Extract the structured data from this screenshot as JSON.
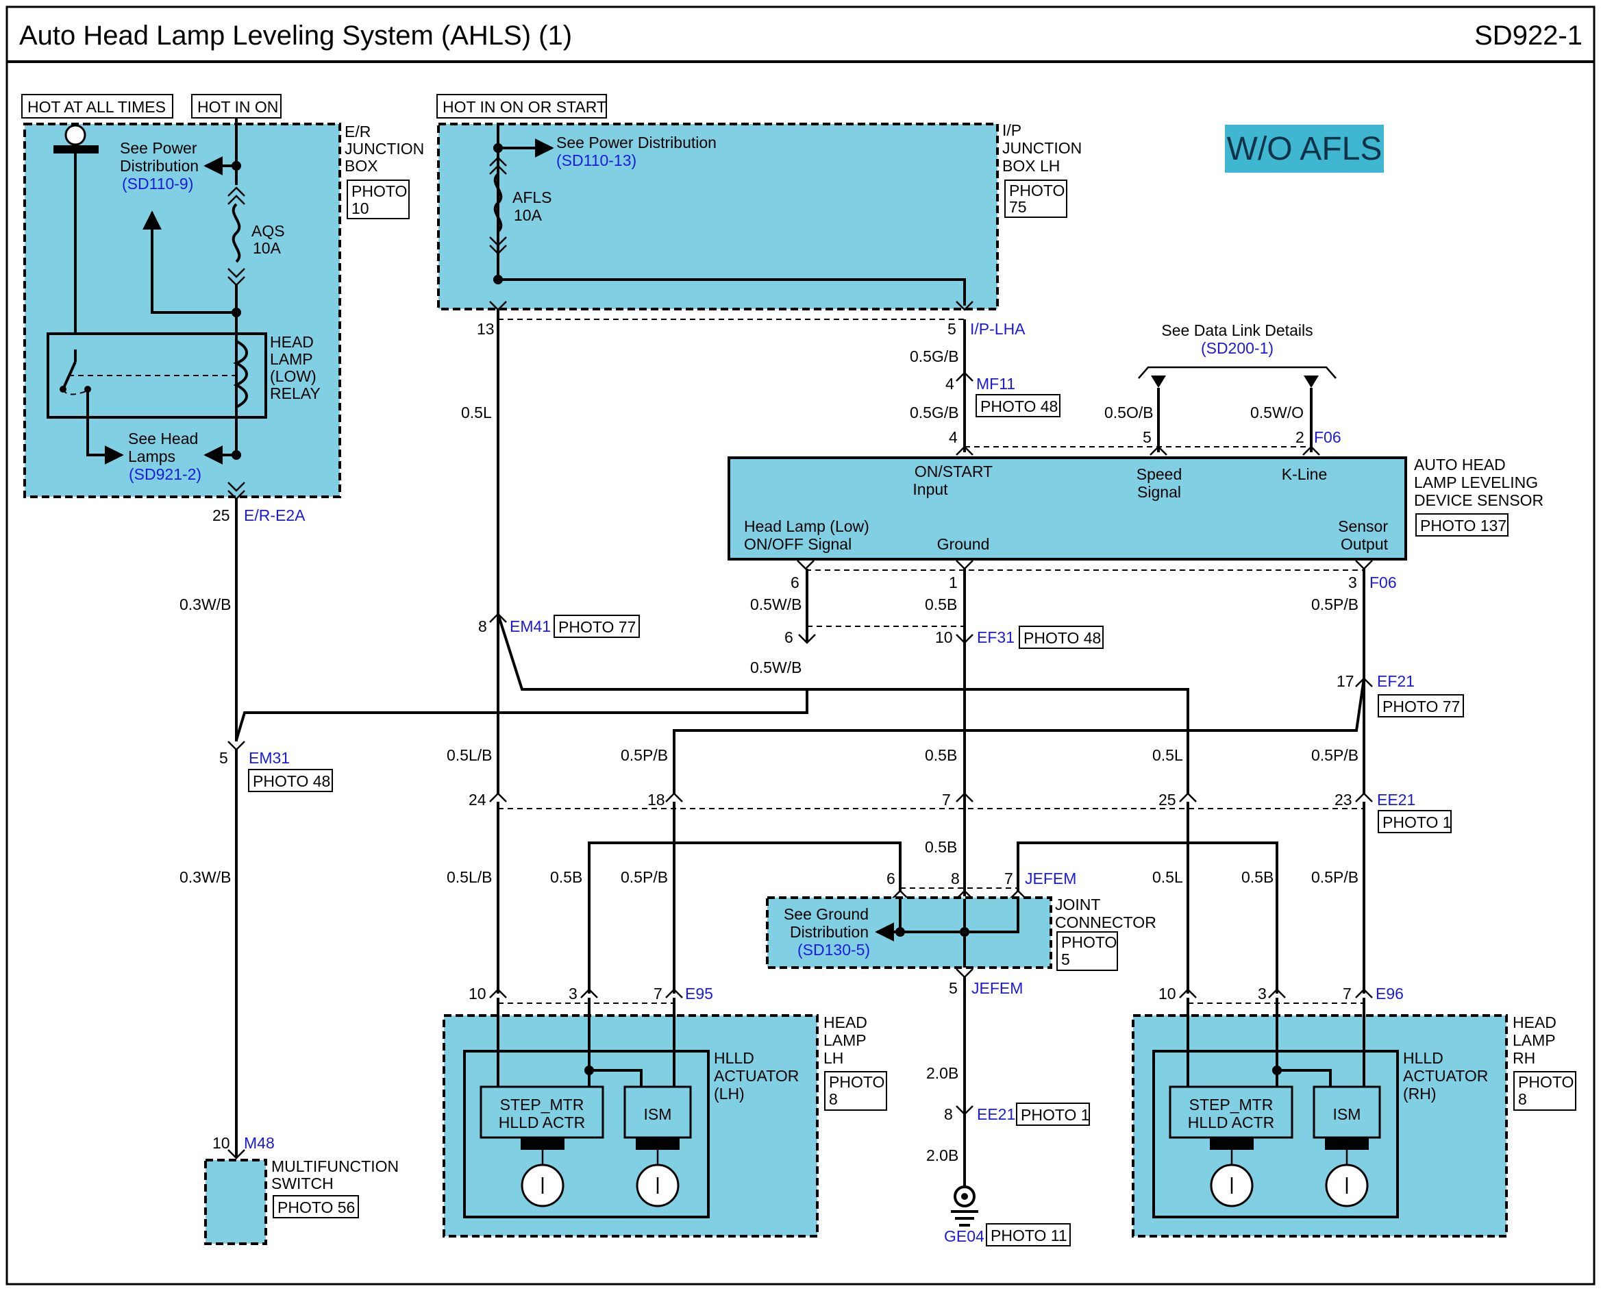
{
  "header": {
    "title": "Auto Head Lamp Leveling System (AHLS) (1)",
    "code": "SD922-1"
  },
  "variant_tag": "W/O AFLS",
  "power_labels": {
    "hot_at_all_times": "HOT AT ALL TIMES",
    "hot_in_on": "HOT IN ON",
    "hot_in_on_or_start": "HOT IN ON OR START"
  },
  "er_junction_box": {
    "name_lines": [
      "E/R",
      "JUNCTION",
      "BOX"
    ],
    "photo_lines": [
      "PHOTO",
      "10"
    ],
    "see_power_lines": [
      "See Power",
      "Distribution"
    ],
    "see_power_ref": "(SD110-9)",
    "fuse_name": "AQS",
    "fuse_rating": "10A",
    "relay_lines": [
      "HEAD",
      "LAMP",
      "(LOW)",
      "RELAY"
    ],
    "see_head_lines": [
      "See Head",
      "Lamps"
    ],
    "see_head_ref": "(SD921-2)",
    "out_pin": "25",
    "out_connector": "E/R-E2A"
  },
  "ip_junction_box": {
    "name_lines": [
      "I/P",
      "JUNCTION",
      "BOX LH"
    ],
    "photo_lines": [
      "PHOTO",
      "75"
    ],
    "see_power": "See Power Distribution",
    "see_power_ref": "(SD110-13)",
    "fuse_name": "AFLS",
    "fuse_rating": "10A",
    "pin_left": "13",
    "pin_right": "5",
    "connector": "I/P-LHA"
  },
  "wires": {
    "w_05gb_a": "0.5G/B",
    "w_05gb_b": "0.5G/B",
    "w_05l_top": "0.5L",
    "w_05ob": "0.5O/B",
    "w_05wo": "0.5W/O",
    "w_03wb_a": "0.3W/B",
    "w_03wb_b": "0.3W/B",
    "w_05wb_a": "0.5W/B",
    "w_05wb_b": "0.5W/B",
    "w_05b_a": "0.5B",
    "w_05b_b": "0.5B",
    "w_05b_c": "0.5B",
    "w_05pb_a": "0.5P/B",
    "w_05pb_b": "0.5P/B",
    "w_05lb_a": "0.5L/B",
    "w_05l_a": "0.5L",
    "w_05lb_b": "0.5L/B",
    "w_05b_lh": "0.5B",
    "w_05pb_lh": "0.5P/B",
    "w_05l_rh": "0.5L",
    "w_05b_rh": "0.5B",
    "w_05pb_rh": "0.5P/B",
    "w_05pb_mid": "0.5P/B",
    "w_20b_a": "2.0B",
    "w_20b_b": "2.0B"
  },
  "connectors": {
    "mf11": {
      "name": "MF11",
      "pin": "4",
      "photo": "PHOTO 48"
    },
    "em41": {
      "name": "EM41",
      "pin": "8",
      "photo": "PHOTO 77"
    },
    "ef31": {
      "name": "EF31",
      "pin_a": "6",
      "pin_b": "10",
      "photo": "PHOTO 48"
    },
    "ef21_17": {
      "name": "EF21",
      "pin": "17",
      "photo": "PHOTO 77"
    },
    "em31": {
      "name": "EM31",
      "pin": "5",
      "photo": "PHOTO 48"
    },
    "ee21": {
      "name": "EE21",
      "pins": [
        "24",
        "18",
        "7",
        "25",
        "23"
      ],
      "photo": "PHOTO 1"
    },
    "jefem_top": {
      "name": "JEFEM",
      "pins": [
        "6",
        "8",
        "7"
      ]
    },
    "jefem_bottom": {
      "name": "JEFEM",
      "pin": "5"
    },
    "e95": {
      "name": "E95",
      "pins": [
        "10",
        "3",
        "7"
      ]
    },
    "e96": {
      "name": "E96",
      "pins": [
        "10",
        "3",
        "7"
      ]
    },
    "ee21_ground": {
      "name": "EE21",
      "pin": "8",
      "photo": "PHOTO 1"
    },
    "m48": {
      "name": "M48",
      "pin": "10"
    },
    "ge04": {
      "name": "GE04",
      "photo": "PHOTO 11"
    }
  },
  "data_link": {
    "label": "See Data Link Details",
    "ref": "(SD200-1)"
  },
  "sensor": {
    "name_lines": [
      "AUTO HEAD",
      "LAMP LEVELING",
      "DEVICE SENSOR"
    ],
    "photo": "PHOTO 137",
    "top_pins": [
      "4",
      "5",
      "2"
    ],
    "top_connector": "F06",
    "bottom_pins": [
      "6",
      "1",
      "3"
    ],
    "bottom_connector": "F06",
    "on_start": [
      "ON/START",
      "Input"
    ],
    "speed": [
      "Speed",
      "Signal"
    ],
    "kline": "K-Line",
    "headlamp_sig": [
      "Head Lamp (Low)",
      "ON/OFF Signal"
    ],
    "ground": "Ground",
    "sensor_out": [
      "Sensor",
      "Output"
    ]
  },
  "joint_connector": {
    "name_lines": [
      "JOINT",
      "CONNECTOR"
    ],
    "photo_lines": [
      "PHOTO",
      "5"
    ],
    "see_ground_lines": [
      "See Ground",
      "Distribution"
    ],
    "see_ground_ref": "(SD130-5)"
  },
  "head_lamp_lh": {
    "name_lines": [
      "HEAD",
      "LAMP",
      "LH"
    ],
    "photo_lines": [
      "PHOTO",
      "8"
    ],
    "actuator_lines": [
      "HLLD",
      "ACTUATOR",
      "(LH)"
    ],
    "step_mtr_lines": [
      "STEP_MTR",
      "HLLD ACTR"
    ],
    "ism": "ISM"
  },
  "head_lamp_rh": {
    "name_lines": [
      "HEAD",
      "LAMP",
      "RH"
    ],
    "photo_lines": [
      "PHOTO",
      "8"
    ],
    "actuator_lines": [
      "HLLD",
      "ACTUATOR",
      "(RH)"
    ],
    "step_mtr_lines": [
      "STEP_MTR",
      "HLLD ACTR"
    ],
    "ism": "ISM"
  },
  "multifunction_switch": {
    "name_lines": [
      "MULTIFUNCTION",
      "SWITCH"
    ],
    "photo": "PHOTO 56"
  },
  "colors": {
    "component_fill": "#81cfe2",
    "reference_blue": "#1a1adc",
    "wire": "#000000"
  },
  "symbols": {
    "fuse": "fuse-icon",
    "relay": "relay-icon",
    "ground": "ground-icon",
    "motor": "motor-icon",
    "connector": "connector-icon"
  }
}
